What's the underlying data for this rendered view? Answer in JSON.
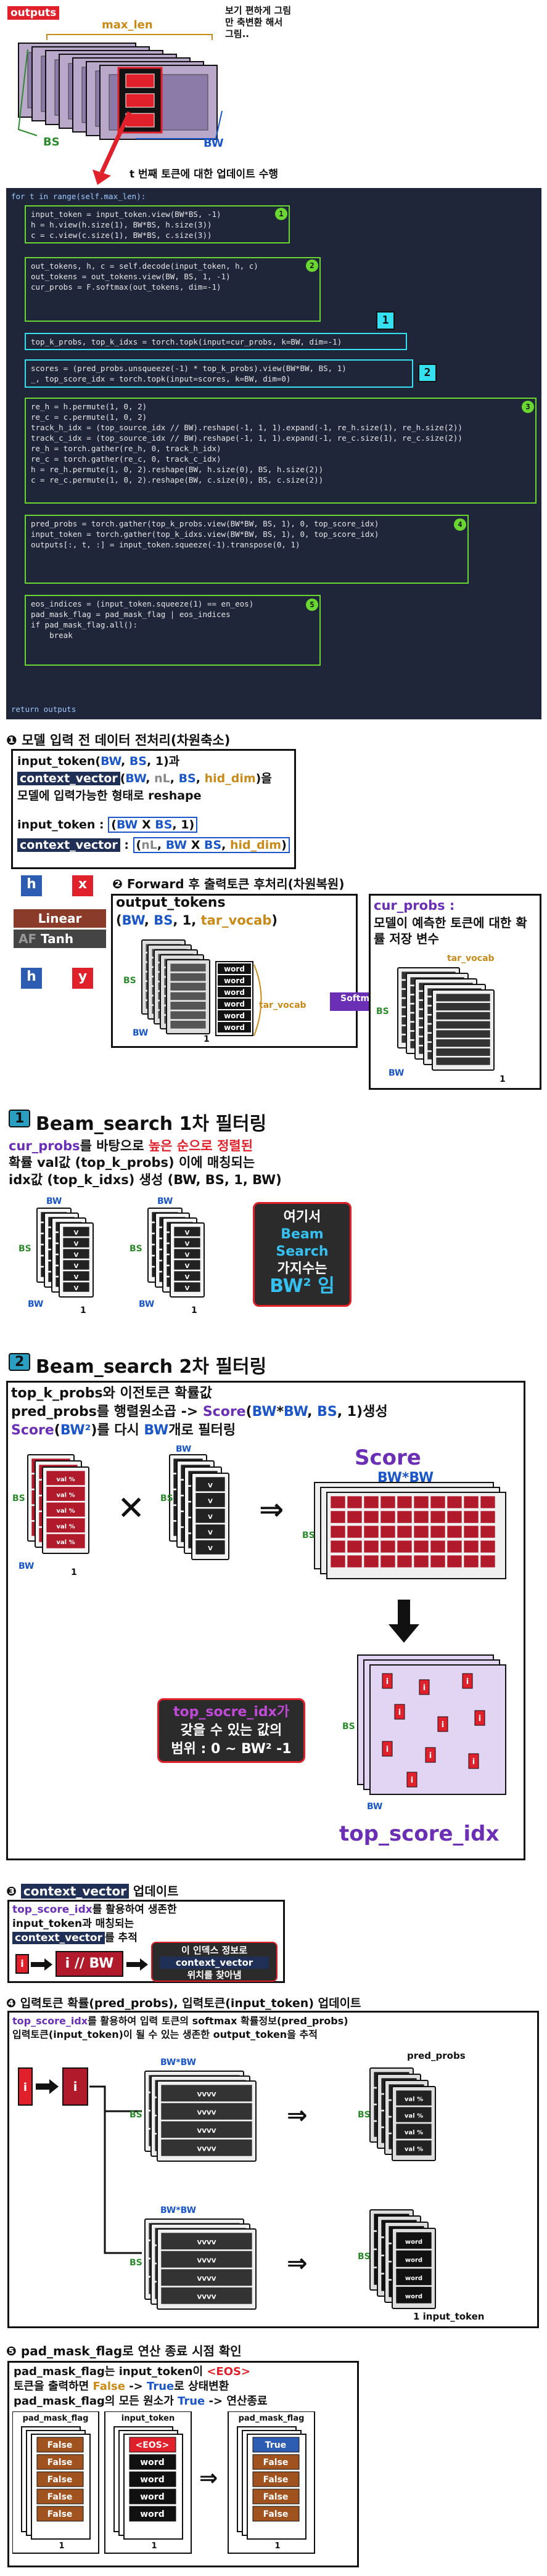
{
  "top": {
    "outputs_label": "outputs",
    "max_len": "max_len",
    "note": "보기 편하게 그림만 축변환 해서 그림..",
    "bs": "BS",
    "bw": "BW",
    "update_caption": "t 번째 토큰에 대한 업데이트 수행"
  },
  "code": {
    "for_line": "for t in range(self.max_len):",
    "b1": [
      "input_token = input_token.view(BW*BS, -1)",
      "h = h.view(h.size(1), BW*BS, h.size(3))",
      "c = c.view(c.size(1), BW*BS, c.size(3))"
    ],
    "b2": [
      "out_tokens, h, c = self.decode(input_token, h, c)",
      "",
      "out_tokens = out_tokens.view(BW, BS, 1, -1)",
      "",
      "cur_probs = F.softmax(out_tokens, dim=-1)"
    ],
    "b_s1": "top_k_probs, top_k_idxs = torch.topk(input=cur_probs, k=BW, dim=-1)",
    "b_s2": [
      "scores = (pred_probs.unsqueeze(-1) * top_k_probs).view(BW*BW, BS, 1)",
      "_, top_score_idx = torch.topk(input=scores, k=BW, dim=0)"
    ],
    "b3": [
      "re_h = h.permute(1, 0, 2)",
      "re_c = c.permute(1, 0, 2)",
      "track_h_idx = (top_source_idx // BW).reshape(-1, 1, 1).expand(-1, re_h.size(1), re_h.size(2))",
      "track_c_idx = (top_source_idx // BW).reshape(-1, 1, 1).expand(-1, re_c.size(1), re_c.size(2))",
      "",
      "re_h = torch.gather(re_h, 0, track_h_idx)",
      "re_c = torch.gather(re_c, 0, track_c_idx)",
      "h = re_h.permute(1, 0, 2).reshape(BW, h.size(0), BS, h.size(2))",
      "c = re_c.permute(1, 0, 2).reshape(BW, c.size(0), BS, c.size(2))"
    ],
    "b4": [
      "pred_probs = torch.gather(top_k_probs.view(BW*BW, BS, 1), 0, top_score_idx)",
      "",
      "input_token = torch.gather(top_k_idxs.view(BW*BW, BS, 1), 0, top_score_idx)",
      "",
      "outputs[:, t, :] = input_token.squeeze(-1).transpose(0, 1)"
    ],
    "b5": [
      "eos_indices = (input_token.squeeze(1) == en_eos)",
      "pad_mask_flag = pad_mask_flag | eos_indices",
      "",
      "if pad_mask_flag.all():",
      "    break"
    ],
    "return_line": "return outputs",
    "n1": "1",
    "n2": "2",
    "n3": "3",
    "n4": "4",
    "n5": "5",
    "s1": "1",
    "s2": "2"
  },
  "sec1": {
    "title": "❶ 모델 입력 전 데이터 전처리(차원축소)",
    "l1a": "input_token(",
    "l1b": "BW",
    ", ": "",
    "l1c": "BS",
    ", 1)과": "",
    "ctx": "context_vector",
    "ctx_args": "(BW, nL, BS, hid_dim)을",
    "l3": "모델에 입력가능한 형태로 reshape",
    "it_label": "input_token : ",
    "it_val": "(BW X BS, 1)",
    "ctx_label2": "context_vector",
    "ctx_val": ": (nL, BW X BS, hid_dim)"
  },
  "model": {
    "h_in": "h",
    "x_in": "x",
    "linear": "Linear",
    "tanh": "Tanh",
    "af": "AF",
    "h_out": "h",
    "y_out": "y"
  },
  "sec2": {
    "title": "❷ Forward 후 출력토큰 후처리(차원복원)",
    "out_tokens": "output_tokens",
    "dims": "(BW, BS, 1, tar_vocab)",
    "bs": "BS",
    "bw": "BW",
    "one": "1",
    "word": "word",
    "tar_vocab": "tar_vocab",
    "softmax": "Softmax",
    "cur_probs_title": "cur_probs :",
    "cur_probs_desc": "모델이 예측한 토큰에 대한 확률 저장 변수",
    "tar_vocab2": "tar_vocab"
  },
  "s1": {
    "badge": "1",
    "title": "Beam_search 1차 필터링",
    "d1a": "cur_probs",
    "d1b": "를 바탕으로 ",
    "d1c": "높은 순으로 정렬된",
    "d2": "확률 val값 (top_k_probs) 이에 매칭되는",
    "d3": "idx값 (top_k_idxs) 생성 (BW, BS, 1, BW)",
    "bs": "BS",
    "bw": "BW",
    "one": "1",
    "vv": "V",
    "box1": "여기서",
    "box2": "Beam",
    "box3": "Search",
    "box4": "가지수는",
    "box5": "BW² 임"
  },
  "s2": {
    "badge": "2",
    "title": "Beam_search 2차 필터링",
    "d1": "top_k_probs와 이전토큰 확률값",
    "d2": "pred_probs를 행렬원소곱 -> Score(BW*BW, BS, 1)생성",
    "d3": "Score(BW²)를 다시 BW개로 필터링",
    "bs": "BS",
    "bw": "BW",
    "one": "1",
    "val": "val %",
    "score": "Score",
    "bwbw": "BW*BW",
    "idx_box1": "top_socre_idx가",
    "idx_box2": "갖을 수 있는 값의",
    "idx_box3": "범위 : 0 ~ BW² -1",
    "top_score_idx": "top_score_idx",
    "i": "i"
  },
  "sec3": {
    "title": "❸ context_vector 업데이트",
    "d1": "top_score_idx를 활용하여 생존한",
    "d2": "input_token과 매칭되는",
    "d3": "context_vector를 추적",
    "op": "i // BW",
    "box1": "이 인덱스 정보로",
    "box2": "context_vector",
    "box3": "위치를 찾아냄"
  },
  "sec4": {
    "title": "❹ 입력토큰 확률(pred_probs), 입력토큰(input_token) 업데이트",
    "d1": "top_score_idx를 활용하여 입력 토큰의 softmax 확률정보(pred_probs)",
    "d2": "입력토큰(input_token)이 될 수 있는 생존한 output_token을 추적",
    "pred_probs": "pred_probs",
    "input_token": "input_token",
    "bwbw": "BW*BW",
    "bs": "BS",
    "bw": "BW",
    "one": "1",
    "val": "val %",
    "word": "word"
  },
  "sec5": {
    "title": "❺ pad_mask_flag로 연산 종료 시점 확인",
    "d1a": "pad_mask_flag는 input_token이 ",
    "d1b": "<EOS>",
    "d2a": "토큰을 출력하면 ",
    "d2b": "False",
    "d2c": " -> ",
    "d2d": "True",
    "d2e": "로 상태변환",
    "d3a": "pad_mask_flag의 모든 원소가 ",
    "d3b": "True",
    "d3c": " -> 연산종료",
    "pmf": "pad_mask_flag",
    "it": "input_token",
    "false": "False",
    "true": "True",
    "eos": "<EOS>",
    "word": "word",
    "one": "1"
  }
}
